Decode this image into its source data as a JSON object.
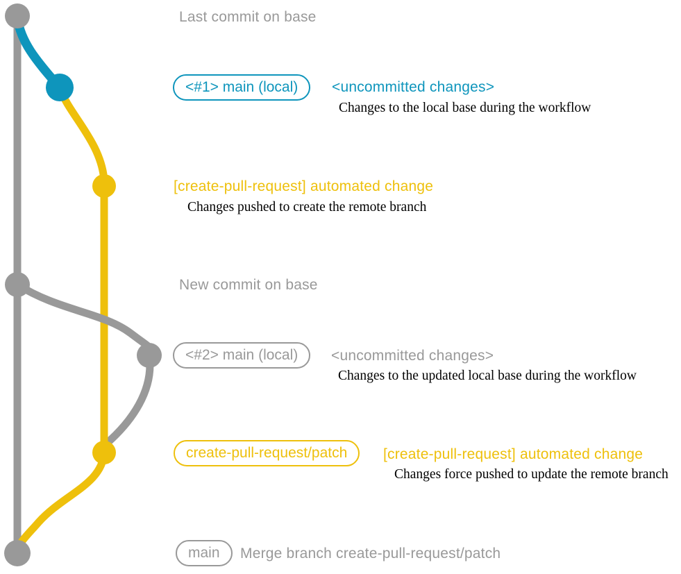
{
  "colors": {
    "gray": "#999999",
    "blue": "#0e95bc",
    "yellow": "#eec00c",
    "ink": "#000000"
  },
  "graph": {
    "branches": [
      {
        "name": "base",
        "color": "#999999"
      },
      {
        "name": "main (local)",
        "color": "#0e95bc"
      },
      {
        "name": "create-pull-request/patch",
        "color": "#eec00c"
      }
    ],
    "commits": [
      {
        "name": "last-commit-on-base",
        "branch": "base"
      },
      {
        "name": "local-main-head-1",
        "branch": "main (local)"
      },
      {
        "name": "automated-change-1",
        "branch": "create-pull-request/patch"
      },
      {
        "name": "new-commit-on-base",
        "branch": "base"
      },
      {
        "name": "local-main-head-2",
        "branch": "base"
      },
      {
        "name": "automated-change-2",
        "branch": "create-pull-request/patch"
      },
      {
        "name": "merge-commit",
        "branch": "base"
      }
    ]
  },
  "annotations": {
    "last_commit": "Last commit on base",
    "branch1_badge": "<#1> main (local)",
    "branch1_note": "<uncommitted changes>",
    "branch1_caption": "Changes to the local base during the workflow",
    "push1_title": "[create-pull-request] automated change",
    "push1_caption": "Changes pushed to create the remote branch",
    "new_commit": "New commit on base",
    "branch2_badge": "<#2> main (local)",
    "branch2_note": "<uncommitted changes>",
    "branch2_caption": "Changes to the updated local base during the workflow",
    "patch_badge": "create-pull-request/patch",
    "push2_title": "[create-pull-request] automated change",
    "push2_caption": "Changes force pushed to update the remote branch",
    "merge_badge": "main",
    "merge_text": "Merge branch create-pull-request/patch"
  }
}
